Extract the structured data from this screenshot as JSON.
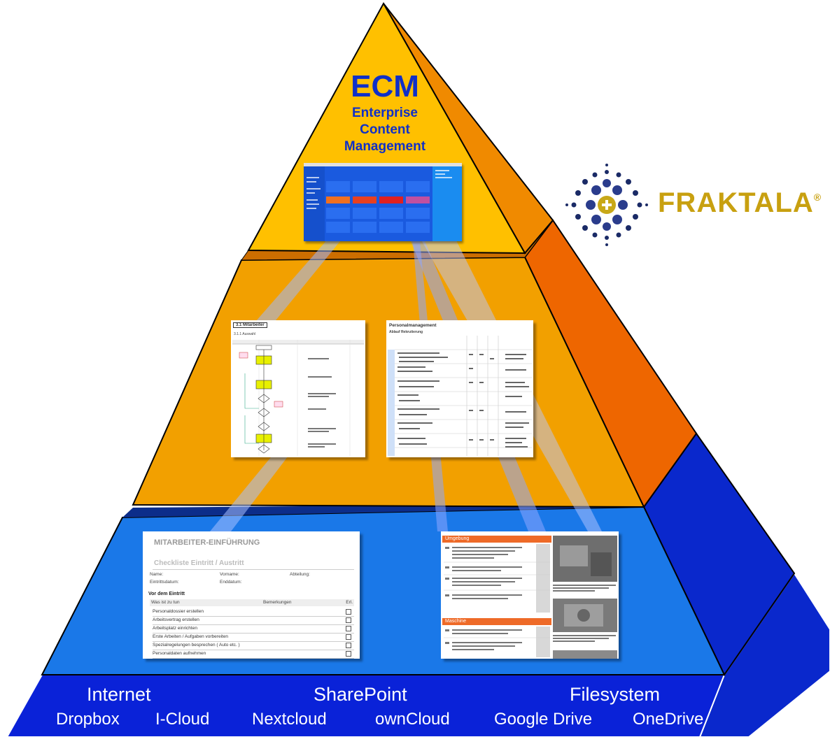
{
  "title": {
    "main": "ECM",
    "subtitle_lines": [
      "Enterprise",
      "Content",
      "Management"
    ]
  },
  "brand": {
    "name": "FRAKTALA",
    "mark": "®",
    "logo_icon": "fraktal-dots-icon"
  },
  "middle_documents": {
    "left": {
      "heading": "3.1 Mitarbeiter",
      "subheading": "3.1.1 Auswahl"
    },
    "right": {
      "heading": "Personalmanagement",
      "subheading": "Ablauf Rekrutierung"
    }
  },
  "lower_documents": {
    "checklist": {
      "title": "MITARBEITER-EINFÜHRUNG",
      "subtitle": "Checkliste Eintritt / Austritt",
      "fields": [
        "Name:",
        "Vorname:",
        "Abteilung:",
        "Eintrittsdatum:",
        "Enddatum:"
      ],
      "section": "Vor dem Eintritt",
      "columns": [
        "Was ist zu tun",
        "Bemerkungen",
        "Erl."
      ],
      "items": [
        "Personaldossier erstellen",
        "Arbeitsvertrag erstellen",
        "Arbeitsplatz einrichten",
        "Erste Arbeiten / Aufgaben vorbereiten",
        "Spezialregelungen besprechen ( Auto etc. )",
        "Personaldaten aufnehmen"
      ]
    },
    "manual": {
      "section1": "Umgebung",
      "section2": "Maschine"
    }
  },
  "base": {
    "headings": [
      "Internet",
      "SharePoint",
      "Filesystem"
    ],
    "services": [
      "Dropbox",
      "I-Cloud",
      "Nextcloud",
      "ownCloud",
      "Google Drive",
      "OneDrive"
    ]
  },
  "colors": {
    "top_front": "#ffc000",
    "top_side": "#f08a00",
    "middle_front": "#f2a000",
    "middle_side": "#ee6600",
    "lower_front": "#1a78e8",
    "lower_side": "#0a28cc",
    "base_front": "#0a22d8",
    "beam": "#9fb8ff",
    "title": "#1030c8",
    "brand": "#c8a010"
  }
}
